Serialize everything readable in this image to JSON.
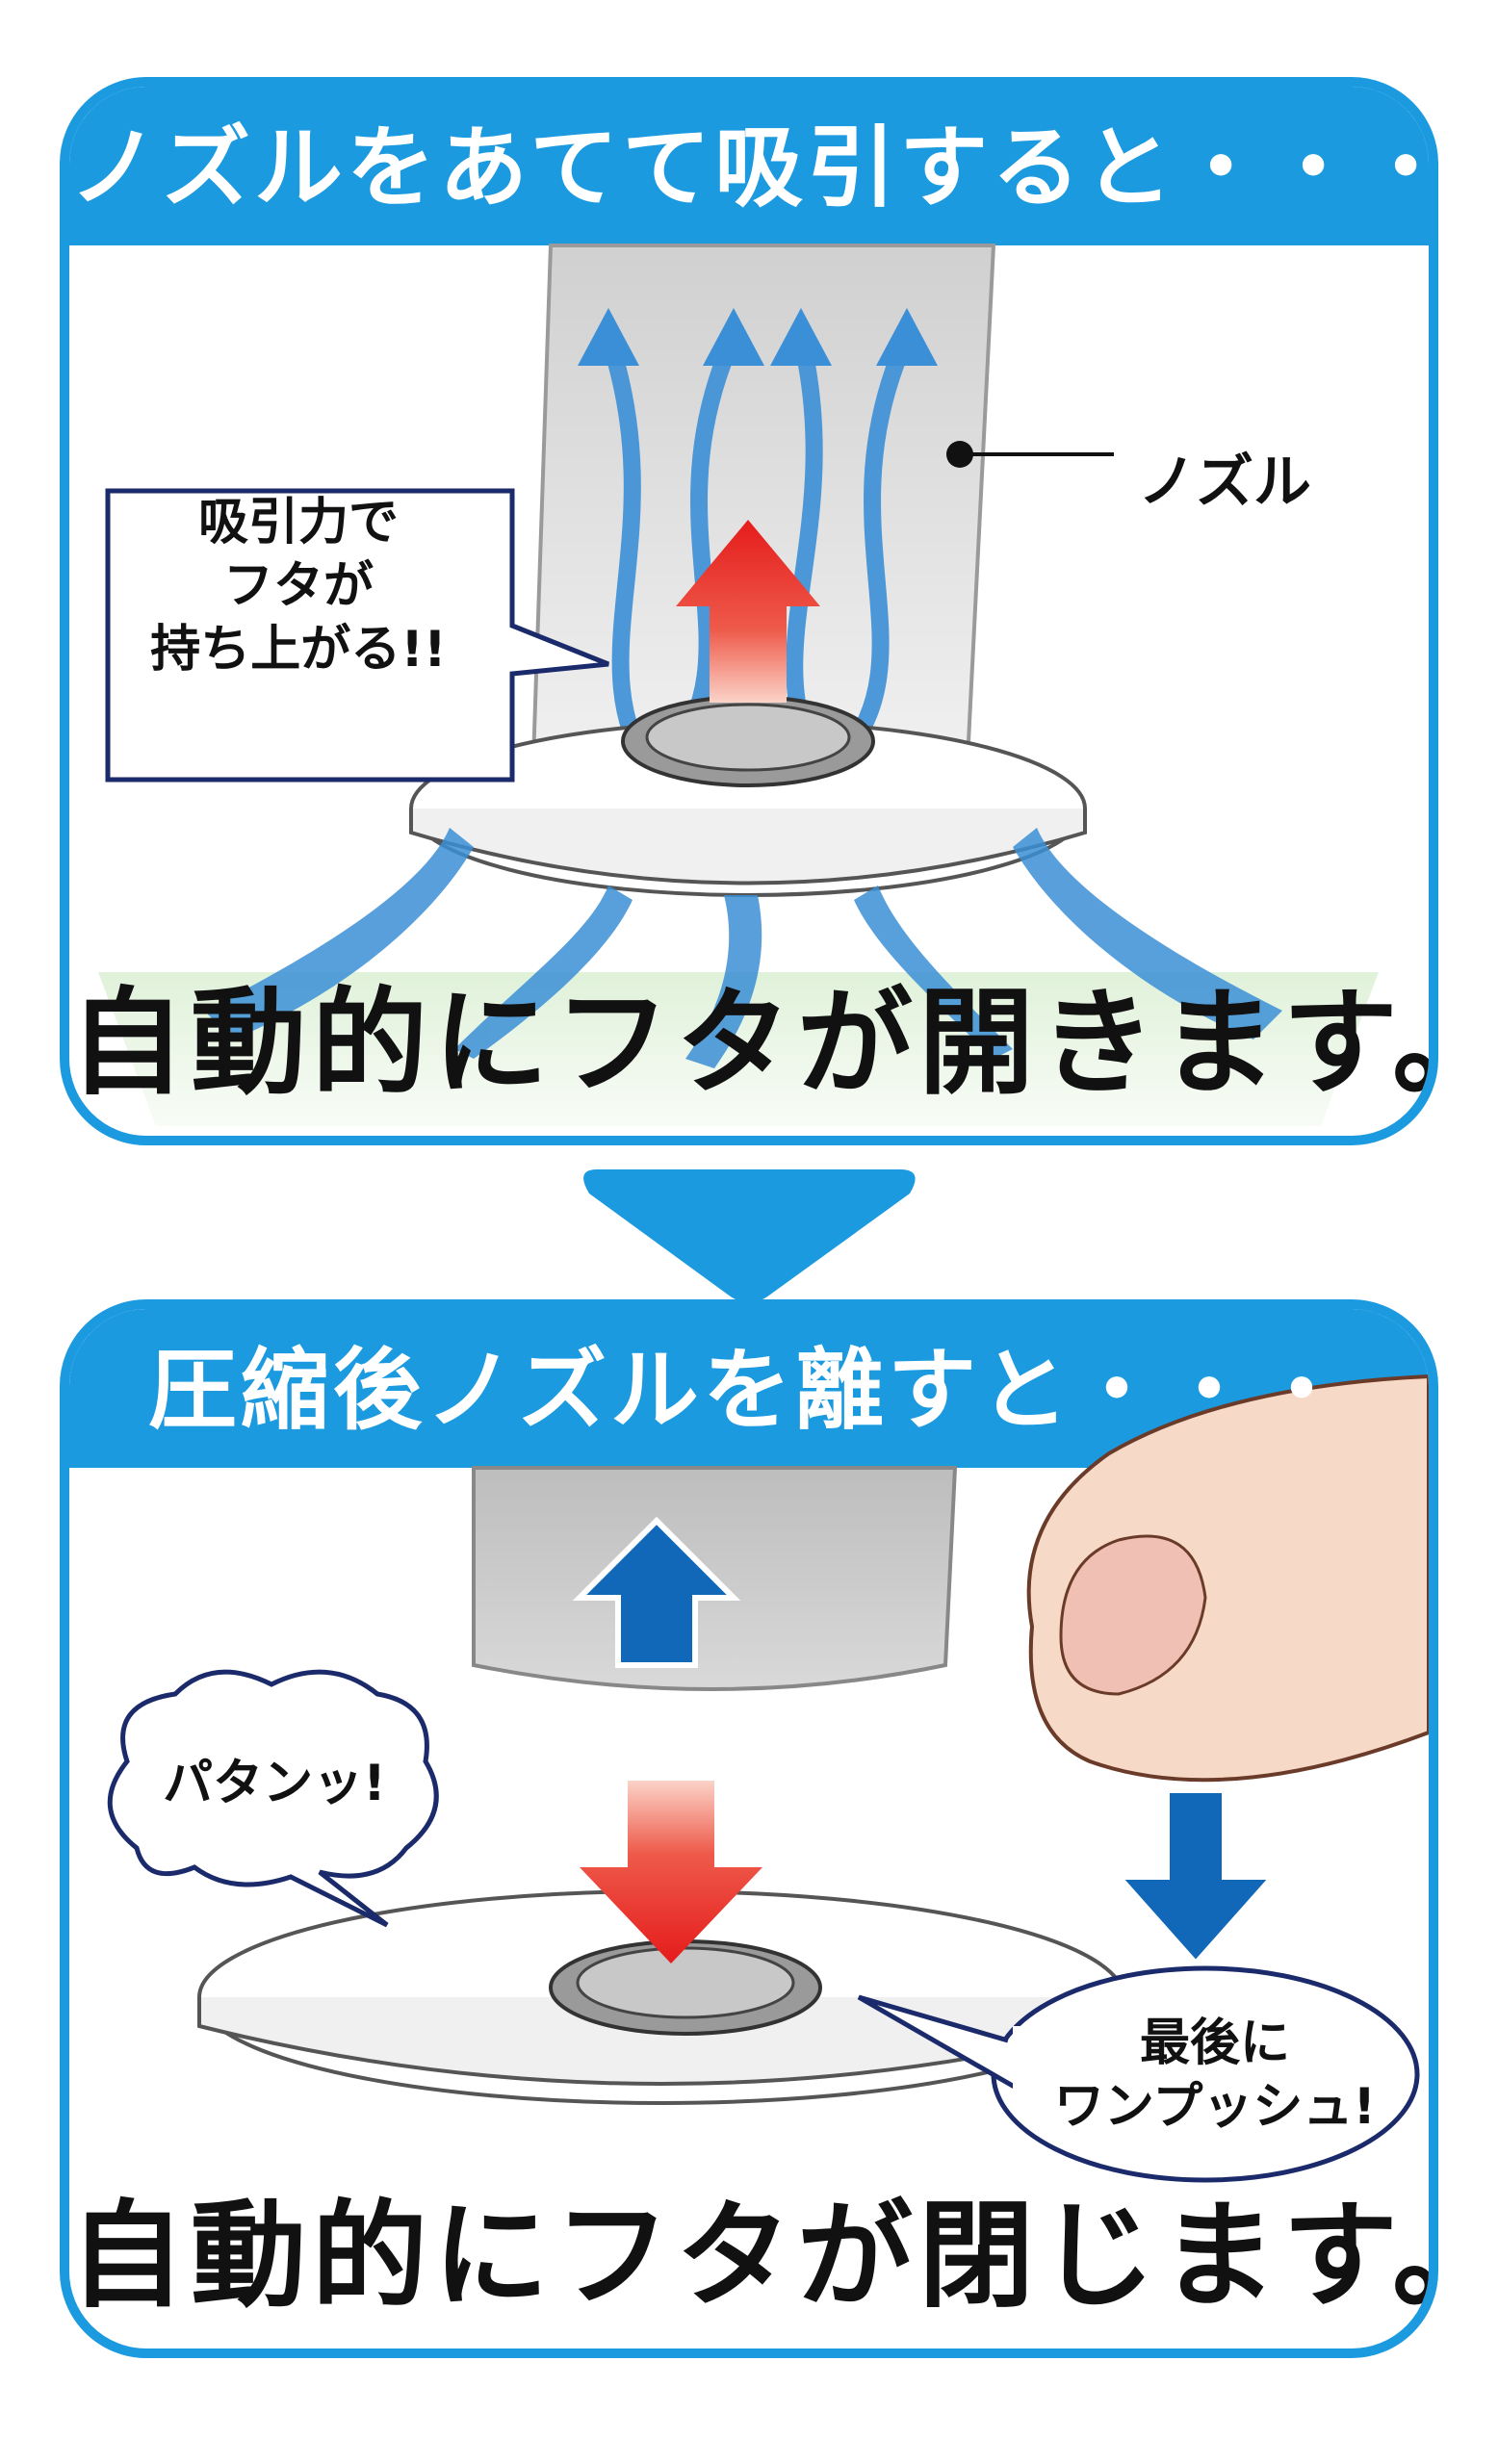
{
  "top_panel": {
    "title": "ノズルをあてて吸引すると・・・",
    "nozzle_label": "ノズル",
    "bubble_lines": [
      "吸引力で",
      "フタが",
      "持ち上がる!!"
    ],
    "caption": "自動的にフタが開きます。"
  },
  "bottom_panel": {
    "title": "圧縮後ノズルを離すと・・・",
    "pop_bubble": "パタンッ!",
    "push_bubble_lines": [
      "最後に",
      "ワンプッシュ!"
    ],
    "caption": "自動的にフタが閉じます。"
  },
  "colors": {
    "frame_blue": "#1b9ae0",
    "airflow_blue": "#3b8fd6",
    "arrow_blue": "#1268b8",
    "arrow_red": "#e51c1c",
    "nozzle_gray": "#d4d4d4",
    "finger_skin": "#f6d9c6",
    "bubble_border": "#1a2a6b"
  },
  "icons": {
    "down_chevron": "chevron-down-icon",
    "finger": "finger-icon",
    "valve": "valve-icon"
  }
}
